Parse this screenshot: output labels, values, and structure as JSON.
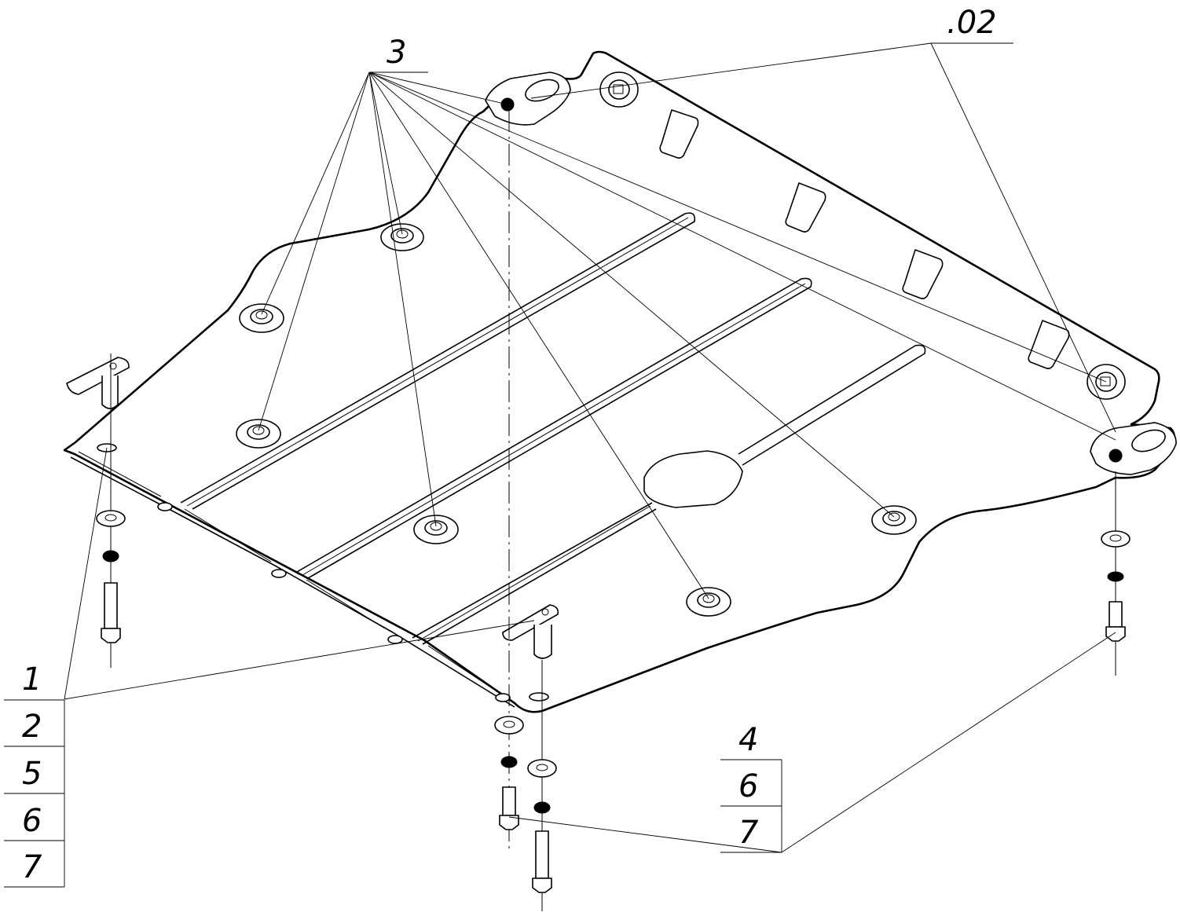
{
  "labels": {
    "label_3": "3",
    "label_02": ".02",
    "stack_left": [
      "1",
      "2",
      "5",
      "6",
      "7"
    ],
    "stack_right": [
      "4",
      "6",
      "7"
    ]
  }
}
